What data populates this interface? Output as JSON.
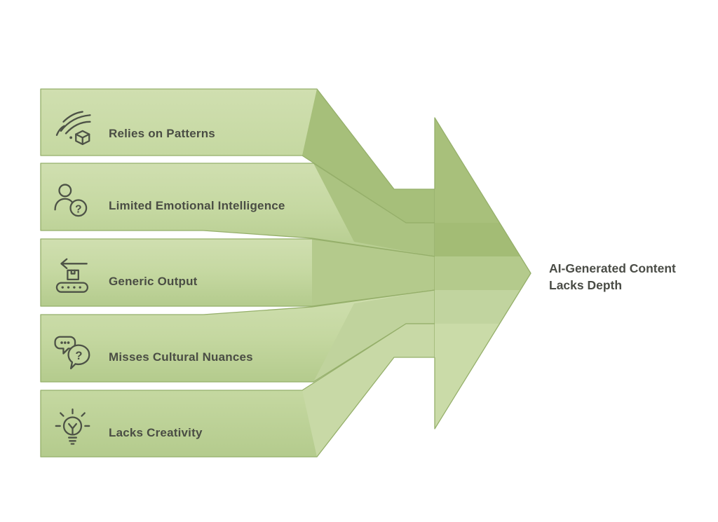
{
  "diagram": {
    "items": [
      {
        "label": "Relies on Patterns",
        "icon": "patterns-icon"
      },
      {
        "label": "Limited Emotional Intelligence",
        "icon": "person-question-icon"
      },
      {
        "label": "Generic Output",
        "icon": "conveyor-icon"
      },
      {
        "label": "Misses Cultural Nuances",
        "icon": "chat-question-icon"
      },
      {
        "label": "Lacks Creativity",
        "icon": "lightbulb-icon"
      }
    ],
    "conclusion": {
      "line1": "AI-Generated Content",
      "line2": "Lacks Depth"
    },
    "icon_glyphs": {
      "question_mark": "?"
    },
    "colors": {
      "background": "#ffffff",
      "band_gradient_top": "#d0dfb0",
      "band_gradient_bottom": "#b4cb8d",
      "fold_band1": "#a6bf7a",
      "fold_band2": "#abc381",
      "fold_band3": "#b4ca8c",
      "fold_band4": "#c0d39d",
      "fold_band5": "#c8d9a6",
      "arrow_strip1": "#a8c07b",
      "arrow_strip2": "#a3bc75",
      "arrow_strip3": "#b4ca8c",
      "arrow_strip4": "#c1d49f",
      "arrow_strip5": "#cadba8",
      "outline": "#95af6a",
      "icon_stroke": "#4d5246",
      "label_text": "#4a4d44",
      "conclusion_text": "#4a4c46"
    }
  }
}
